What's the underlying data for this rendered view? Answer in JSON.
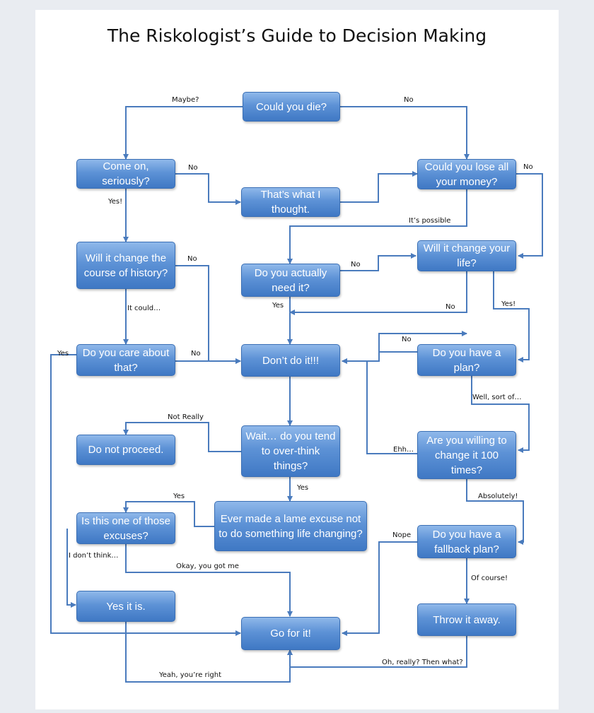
{
  "title": "The Riskologist’s Guide to Decision Making",
  "nodes": {
    "could_you_die": "Could you die?",
    "come_on_seriously": "Come on, seriously?",
    "thats_what_i_thought": "That’s what I thought.",
    "could_you_lose_all_money": "Could you lose all your money?",
    "will_it_change_history": "Will it change the course of history?",
    "do_you_actually_need_it": "Do you actually need it?",
    "will_it_change_your_life": "Will it change your life?",
    "do_you_care": "Do you care about that?",
    "dont_do_it": "Don’t do it!!!",
    "do_you_have_a_plan": "Do you have a plan?",
    "do_not_proceed": "Do not proceed.",
    "wait_overthink": "Wait… do you tend to over-think things?",
    "willing_to_change": "Are you willing to change it 100 times?",
    "lame_excuse": "Ever made a lame excuse not to do something life changing?",
    "is_this_excuse": "Is this one of those excuses?",
    "fallback_plan": "Do you have a fallback plan?",
    "yes_it_is": "Yes it is.",
    "throw_it_away": "Throw it away.",
    "go_for_it": "Go for it!"
  },
  "edge_labels": {
    "maybe": "Maybe?",
    "no_die": "No",
    "no_comeon": "No",
    "no_money": "No",
    "yes_seriously": "Yes!",
    "its_possible": "It’s possible",
    "no_history": "No",
    "no_need": "No",
    "yes_need": "Yes",
    "no_life": "No",
    "yes_life": "Yes!",
    "it_could": "It could…",
    "yes_care": "Yes",
    "no_care": "No",
    "no_plan": "No",
    "well_sort_of": "Well, sort of…",
    "not_really": "Not Really",
    "ehh": "Ehh…",
    "yes_overthink": "Yes",
    "absolutely": "Absolutely!",
    "yes_excuse": "Yes",
    "nope": "Nope",
    "i_dont_think": "I don’t think…",
    "okay_you_got_me": "Okay, you got me",
    "of_course": "Of course!",
    "oh_really": "Oh, really? Then what?",
    "yeah_youre_right": "Yeah, you’re right"
  }
}
